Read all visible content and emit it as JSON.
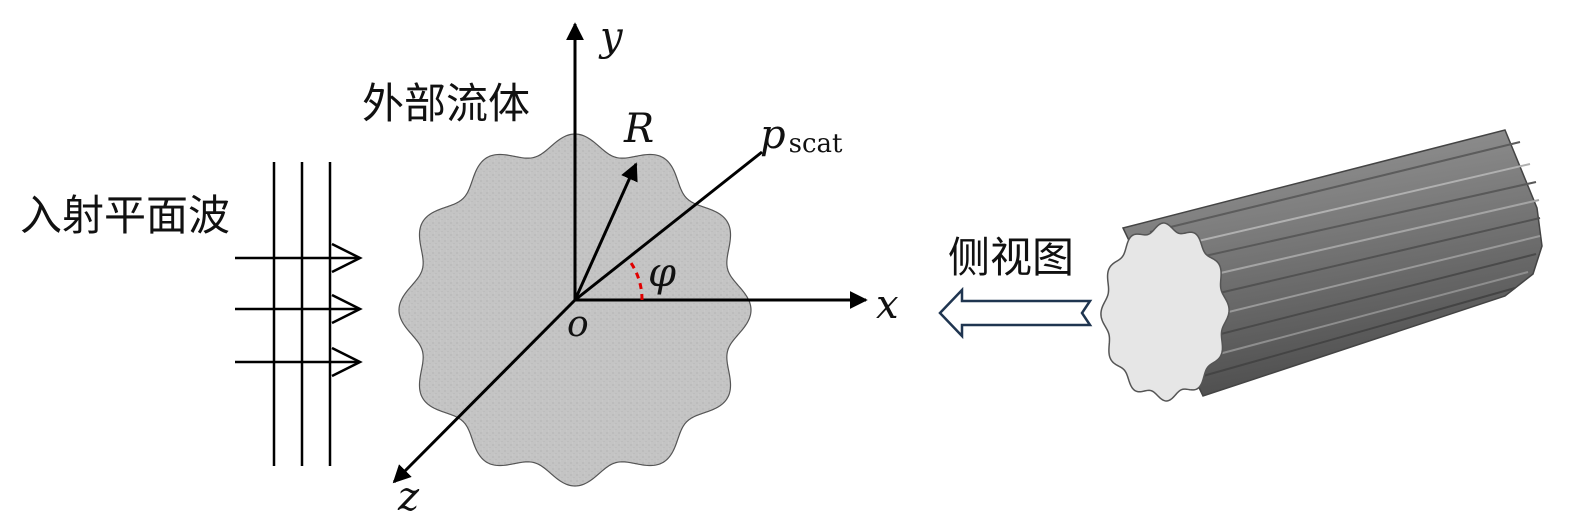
{
  "labels": {
    "external_fluid": "外部流体",
    "incident_wave": "入射平面波",
    "side_view": "侧视图"
  },
  "symbols": {
    "y_axis": "y",
    "x_axis": "x",
    "z_axis": "z",
    "origin": "o",
    "radius": "R",
    "angle": "φ",
    "scattered_pressure_base": "p",
    "scattered_pressure_subscript": "scat"
  },
  "colors": {
    "ink": "#000000",
    "section_fill": "#c4c4c4",
    "angle_arc": "#e00000",
    "side_arrow": "#1f3550",
    "cylinder_body": "#7b7b7b",
    "cylinder_end": "#e6e6e6"
  },
  "icons": {
    "wave_arrows": "arrow-right",
    "side_view_arrow": "hollow-arrow-left"
  }
}
